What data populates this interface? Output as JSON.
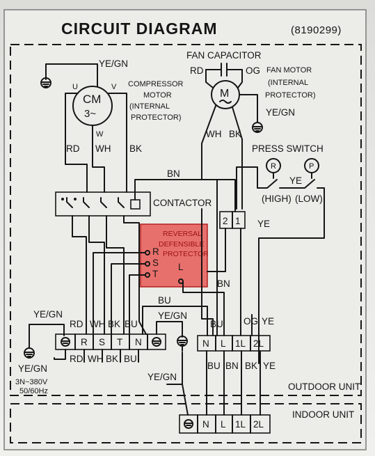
{
  "title": "CIRCUIT DIAGRAM",
  "code": "(8190299)",
  "compressor": {
    "symbol": "CM",
    "phase": "3~",
    "label": [
      "COMPRESSOR",
      "MOTOR",
      "(INTERNAL",
      "PROTECTOR)"
    ],
    "terminal_u": "U",
    "terminal_v": "V",
    "terminal_w": "W",
    "ground": "YE/GN",
    "wires": [
      "RD",
      "WH",
      "BK"
    ]
  },
  "fan_capacitor": {
    "label": "FAN CAPACITOR",
    "left": "RD",
    "right": "OG"
  },
  "fan_motor": {
    "symbol": "M",
    "label": [
      "FAN MOTOR",
      "(INTERNAL",
      "PROTECTOR)"
    ],
    "ground": "YE/GN",
    "wires": [
      "WH",
      "BK"
    ]
  },
  "press_switch": {
    "label": "PRESS SWITCH",
    "high_symbol": "R",
    "low_symbol": "P",
    "high": "(HIGH)",
    "low": "(LOW)",
    "wire": "YE",
    "wire2": "YE"
  },
  "contactor": {
    "label": "CONTACTOR",
    "bn": "BN",
    "t1": "2",
    "t2": "1"
  },
  "protector": {
    "lines": [
      "REVERSAL",
      "DEFENSIBLE",
      "PROTECTOR"
    ],
    "r": "R",
    "s": "S",
    "t": "T",
    "l": "L",
    "bn": "BN"
  },
  "power_block": {
    "ground_label": "YE/GN",
    "wires_top": [
      "RD",
      "WH",
      "BK",
      "BU"
    ],
    "terminals": [
      "R",
      "S",
      "T",
      "N"
    ],
    "wires_bottom": [
      "RD",
      "WH",
      "BK",
      "BU"
    ],
    "bu": "BU",
    "ground2": "YE/GN",
    "supply_ground": "YE/GN",
    "supply_voltage": "3N~380V",
    "supply_freq": "50/60Hz"
  },
  "outdoor_block": {
    "terminals": [
      "N",
      "L",
      "1L",
      "2L"
    ],
    "wires_top": [
      "BU",
      "OG",
      "YE"
    ],
    "wires_bottom": [
      "BU",
      "BN",
      "BK",
      "YE"
    ],
    "ground": "YE/GN"
  },
  "outdoor_unit": "OUTDOOR UNIT",
  "indoor_unit": "INDOOR UNIT",
  "indoor_terminals": [
    "N",
    "L",
    "1L",
    "2L"
  ]
}
